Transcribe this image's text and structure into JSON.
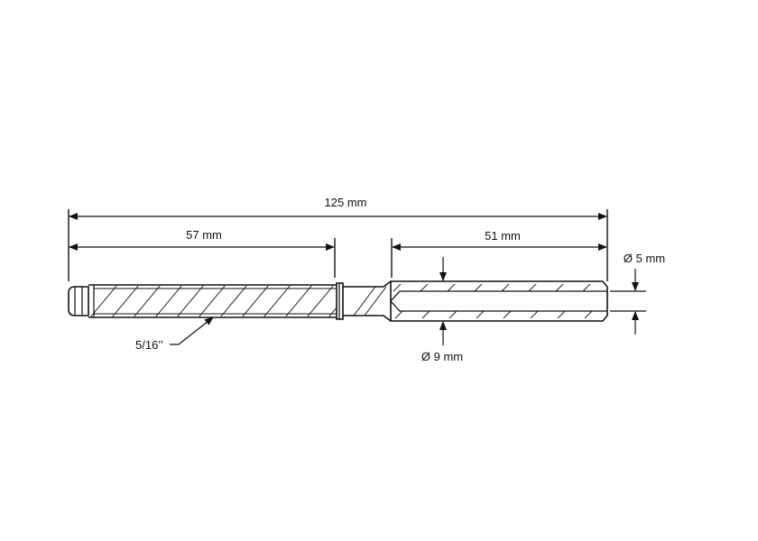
{
  "dimensions": {
    "overall_length": "125 mm",
    "thread_length": "57 mm",
    "bore_depth": "51 mm",
    "bore_diameter": "Ø 5 mm",
    "body_diameter": "Ø 9 mm",
    "thread_size": "5/16’’"
  },
  "colors": {
    "line": "#111111",
    "background": "#ffffff"
  }
}
